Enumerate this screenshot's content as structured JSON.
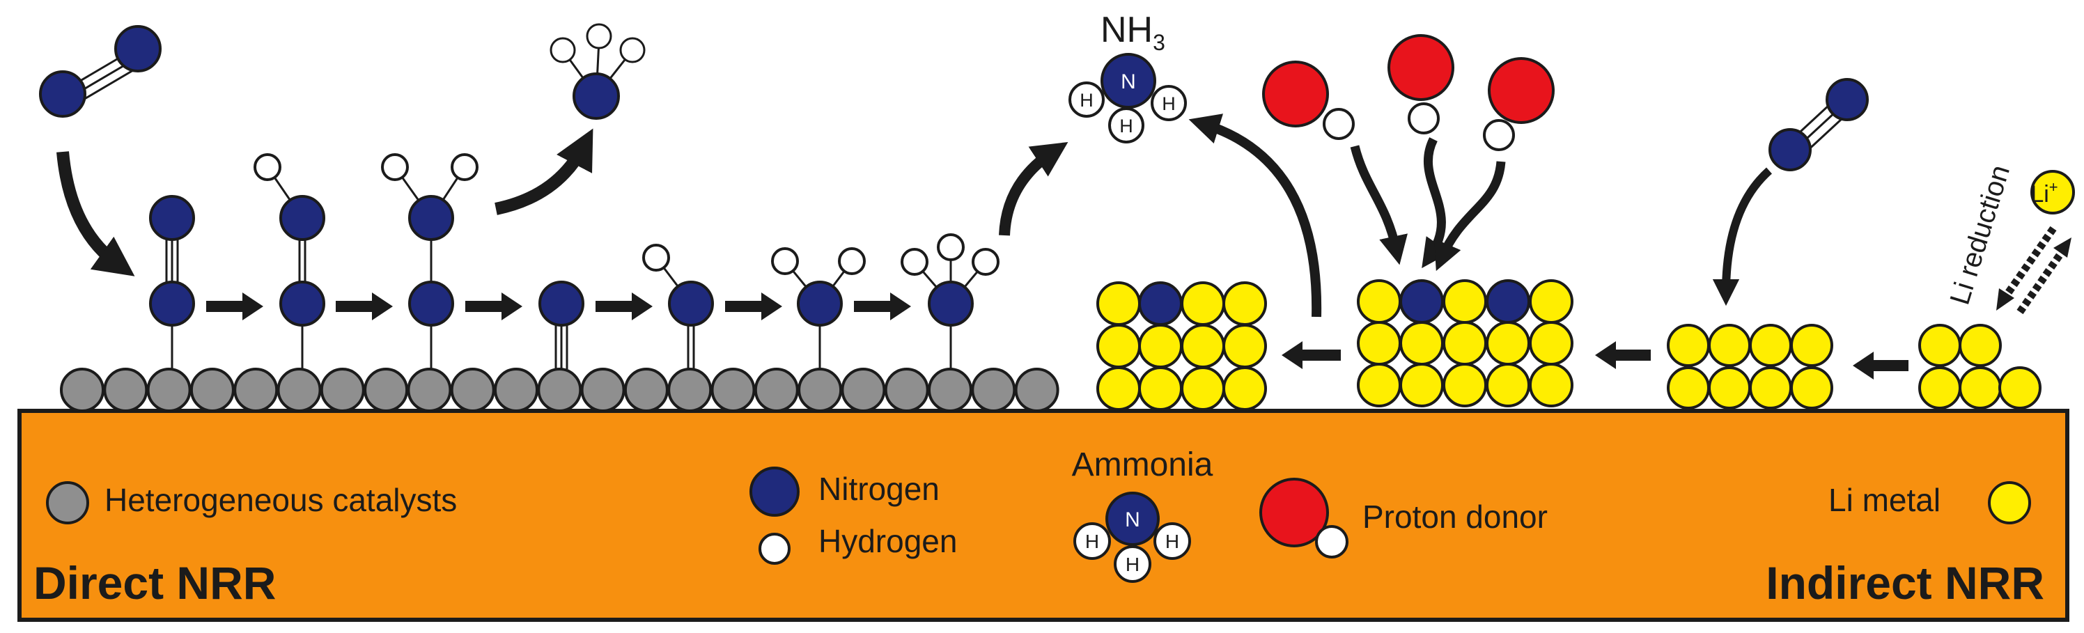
{
  "labels": {
    "nh3": "NH",
    "nh3_sub": "3",
    "li_reduction": "Li reduction",
    "li_ion": "Li",
    "li_ion_sup": "+",
    "atom_n": "N",
    "atom_h": "H",
    "direct": "Direct NRR",
    "indirect": "Indirect NRR"
  },
  "legend": {
    "catalyst": "Heterogeneous catalysts",
    "nitrogen": "Nitrogen",
    "hydrogen": "Hydrogen",
    "ammonia": "Ammonia",
    "proton_donor": "Proton donor",
    "li_metal": "Li metal"
  },
  "colors": {
    "nitrogen": "#1f2a7c",
    "hydrogen": "#ffffff",
    "catalyst": "#8f8f8f",
    "li": "#ffee00",
    "proton": "#e8141c",
    "panel": "#f7900f",
    "ink": "#1b1b1b"
  }
}
